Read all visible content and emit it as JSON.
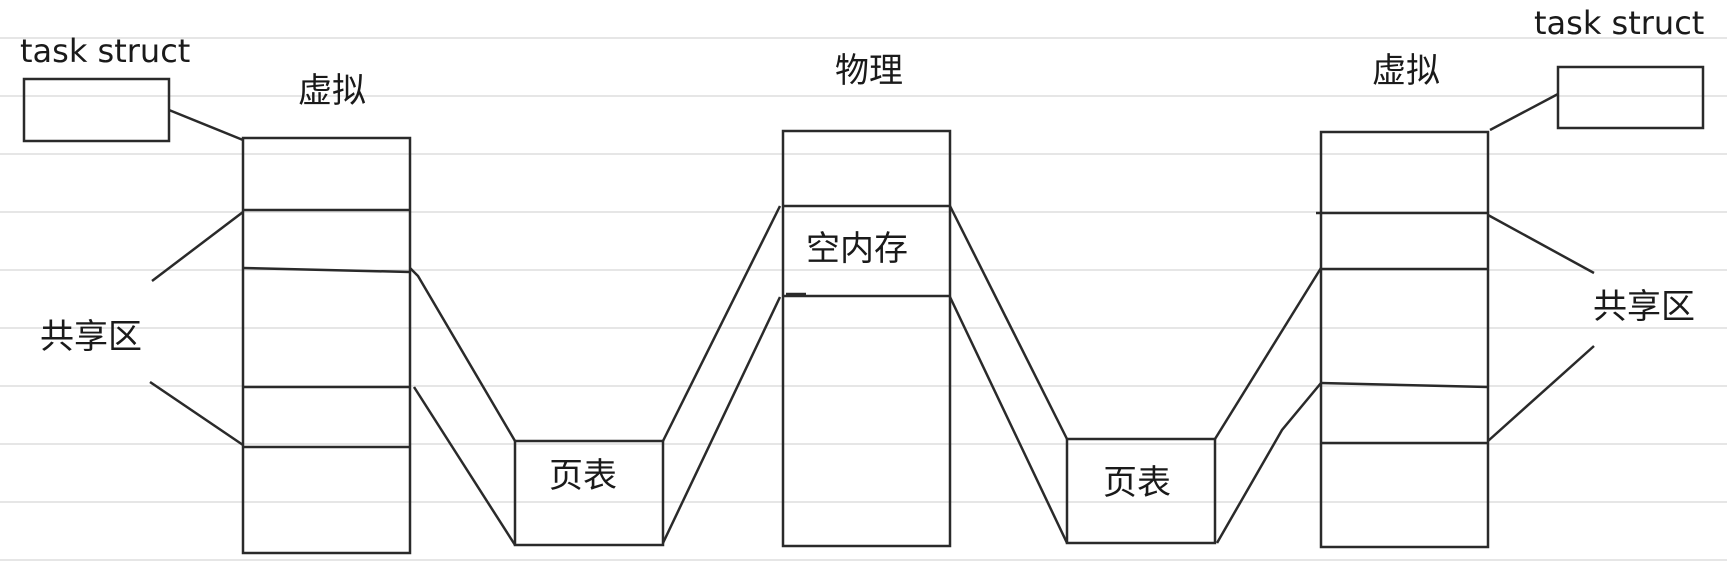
{
  "labels": {
    "task_struct_left": "task struct",
    "task_struct_right": "task struct",
    "virtual_left": "虚拟",
    "virtual_right": "虚拟",
    "physical": "物理",
    "free_memory": "空内存",
    "page_table_left": "页表",
    "page_table_right": "页表",
    "shared_left": "共享区",
    "shared_right": "共享区"
  },
  "colors": {
    "ink": "#2a2a2a",
    "ruled_line": "#d7d7d7",
    "background": "#ffffff"
  }
}
